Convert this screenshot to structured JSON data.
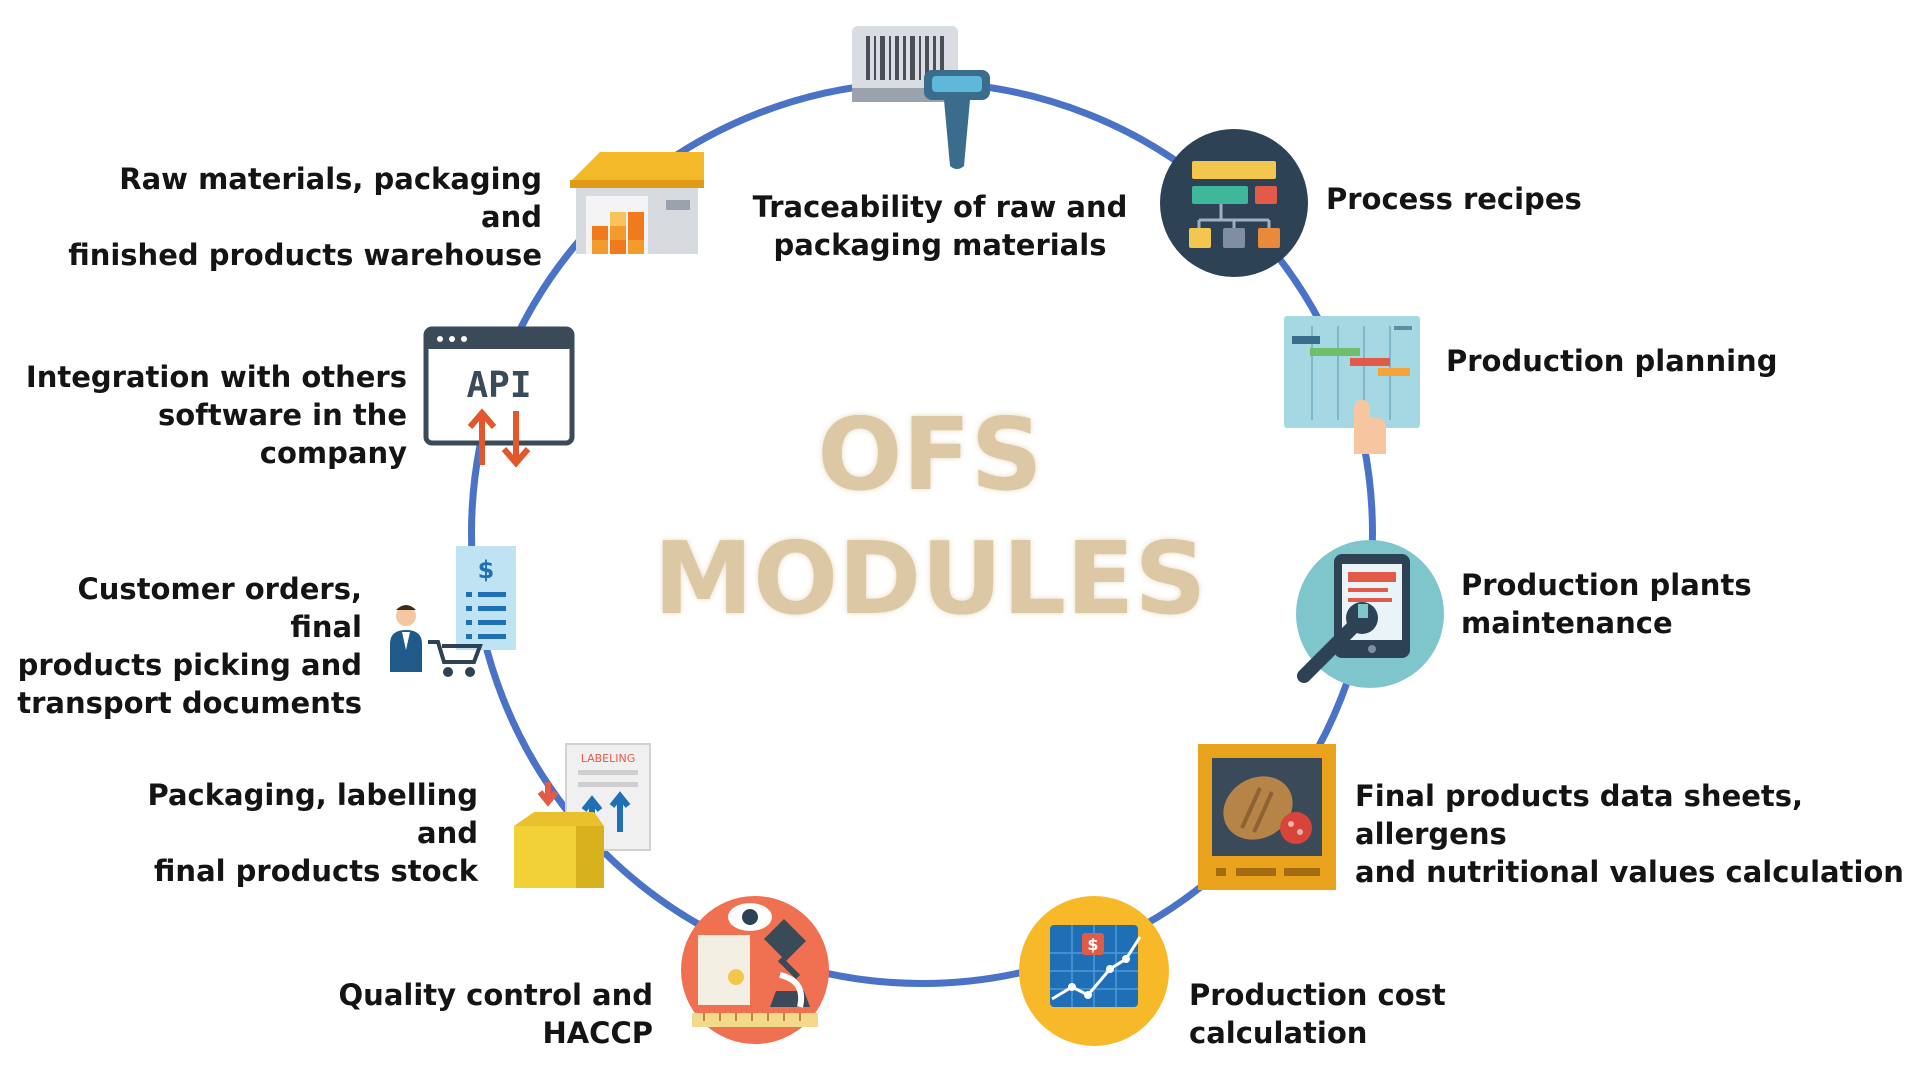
{
  "title": {
    "line1": "OFS",
    "line2": "MODULES"
  },
  "modules": [
    {
      "label": "Traceability of raw and\npackaging materials",
      "icon": "barcode-scanner-icon"
    },
    {
      "label": "Process recipes",
      "icon": "recipe-flowchart-icon"
    },
    {
      "label": "Production planning",
      "icon": "gantt-planning-icon"
    },
    {
      "label": "Production plants\nmaintenance",
      "icon": "tablet-wrench-icon"
    },
    {
      "label": "Final products data sheets, allergens\nand nutritional values calculation",
      "icon": "food-data-sheet-icon"
    },
    {
      "label": "Production cost\ncalculation",
      "icon": "cost-chart-icon"
    },
    {
      "label": "Quality control and\nHACCP",
      "icon": "microscope-quality-icon"
    },
    {
      "label": "Packaging, labelling and\nfinal products stock",
      "icon": "labeling-box-icon"
    },
    {
      "label": "Customer orders, final\nproducts picking and\ntransport documents",
      "icon": "customer-order-icon"
    },
    {
      "label": "Integration with others\nsoftware in the company",
      "icon": "api-window-icon"
    },
    {
      "label": "Raw materials, packaging and\nfinished products warehouse",
      "icon": "warehouse-icon"
    }
  ],
  "api_icon_text": "API",
  "labeling_icon_text": "LABELING",
  "colors": {
    "ring": "#4a72c6",
    "title": "#dcc8a4",
    "text": "#141414"
  }
}
